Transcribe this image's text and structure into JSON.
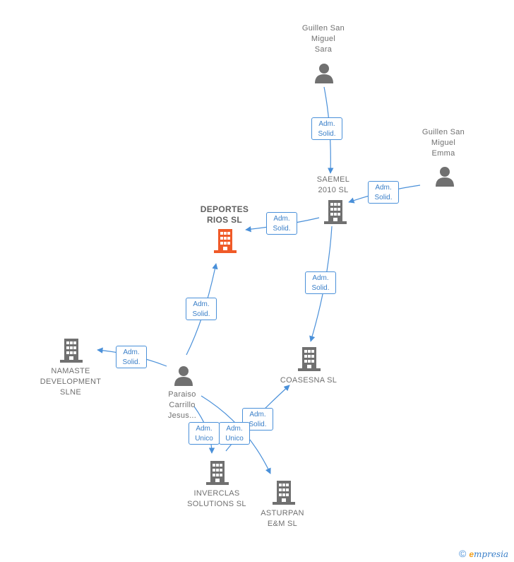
{
  "nodes": {
    "guillen_sara": {
      "label": "Guillen San\nMiguel\nSara",
      "kind": "person"
    },
    "guillen_emma": {
      "label": "Guillen San\nMiguel\nEmma",
      "kind": "person"
    },
    "saemel": {
      "label": "SAEMEL\n2010 SL",
      "kind": "company"
    },
    "deportes": {
      "label": "DEPORTES\nRIOS SL",
      "kind": "company-focus"
    },
    "namaste": {
      "label": "NAMASTE\nDEVELOPMENT\nSLNE",
      "kind": "company"
    },
    "paraiso": {
      "label": "Paraiso\nCarrillo\nJesus...",
      "kind": "person"
    },
    "coasesna": {
      "label": "COASESNA SL",
      "kind": "company"
    },
    "inverclas": {
      "label": "INVERCLAS\nSOLUTIONS SL",
      "kind": "company"
    },
    "asturpan": {
      "label": "ASTURPAN\nE&M SL",
      "kind": "company"
    }
  },
  "edges": {
    "sara_saemel": "Adm.\nSolid.",
    "emma_saemel": "Adm.\nSolid.",
    "saemel_deportes": "Adm.\nSolid.",
    "saemel_coasesna": "Adm.\nSolid.",
    "paraiso_deportes": "Adm.\nSolid.",
    "paraiso_namaste": "Adm.\nSolid.",
    "paraiso_coasesna": "Adm.\nSolid.",
    "paraiso_inverclas": "Adm.\nUnico",
    "paraiso_asturpan": "Adm.\nUnico"
  },
  "colors": {
    "edge": "#4a90d9",
    "icon": "#707070",
    "focus": "#f05a28"
  },
  "brand": {
    "copyright": "©",
    "e": "e",
    "rest": "mpresia"
  }
}
